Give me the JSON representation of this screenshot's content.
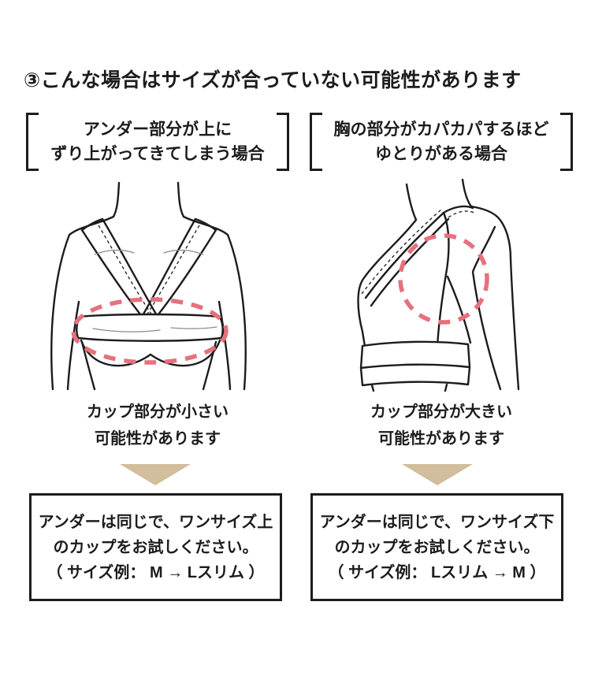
{
  "title": "③こんな場合はサイズが合っていない可能性があります",
  "columns": [
    {
      "case_header": [
        "アンダー部分が上に",
        "ずり上がってきてしまう場合"
      ],
      "diagnosis": [
        "カップ部分が小さい",
        "可能性があります"
      ],
      "advice": [
        "アンダーは同じで、ワンサイズ上",
        "のカップをお試しください。",
        "（ サイズ例： M → Lスリム ）"
      ],
      "illustration": "front-view-bra-band-riding-up-red-dashed-ellipse"
    },
    {
      "case_header": [
        "胸の部分がカパカパするほど",
        "ゆとりがある場合"
      ],
      "diagnosis": [
        "カップ部分が大きい",
        "可能性があります"
      ],
      "advice": [
        "アンダーは同じで、ワンサイズ下",
        "のカップをお試しください。",
        "（ サイズ例： Lスリム → M ）"
      ],
      "illustration": "side-view-bra-cup-gaping-red-dashed-circle"
    }
  ],
  "colors": {
    "background": "#ffffff",
    "text": "#1c1c1c",
    "line": "#1c1c1c",
    "arrow": "#d2bd9c",
    "highlight": "#e5717d"
  }
}
